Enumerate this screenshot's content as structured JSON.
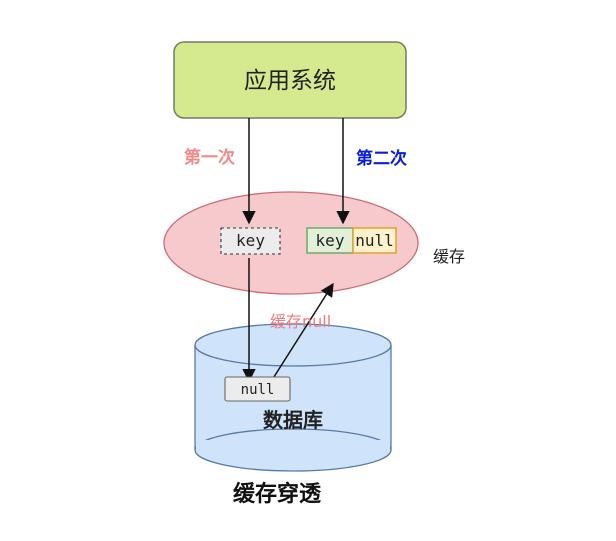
{
  "app_system": {
    "label": "应用系统"
  },
  "first_request": {
    "label": "第一次"
  },
  "second_request": {
    "label": "第二次"
  },
  "cache": {
    "label": "缓存",
    "key_first": "key",
    "key_second": "key",
    "null_value": "null"
  },
  "cache_null_note": {
    "label": "缓存null"
  },
  "database": {
    "label": "数据库",
    "null_value": "null"
  },
  "caption": {
    "label": "缓存穿透"
  },
  "colors": {
    "app_fill": "#d5ea8f",
    "cache_fill": "#f6c9cc",
    "db_fill": "#cfe4fb",
    "first_label": "#f28a8a",
    "second_label": "#0a20d8",
    "cache_note": "#f27b7b",
    "key_second_fill": "#e2f0d9",
    "null_fill": "#fff2cc"
  }
}
